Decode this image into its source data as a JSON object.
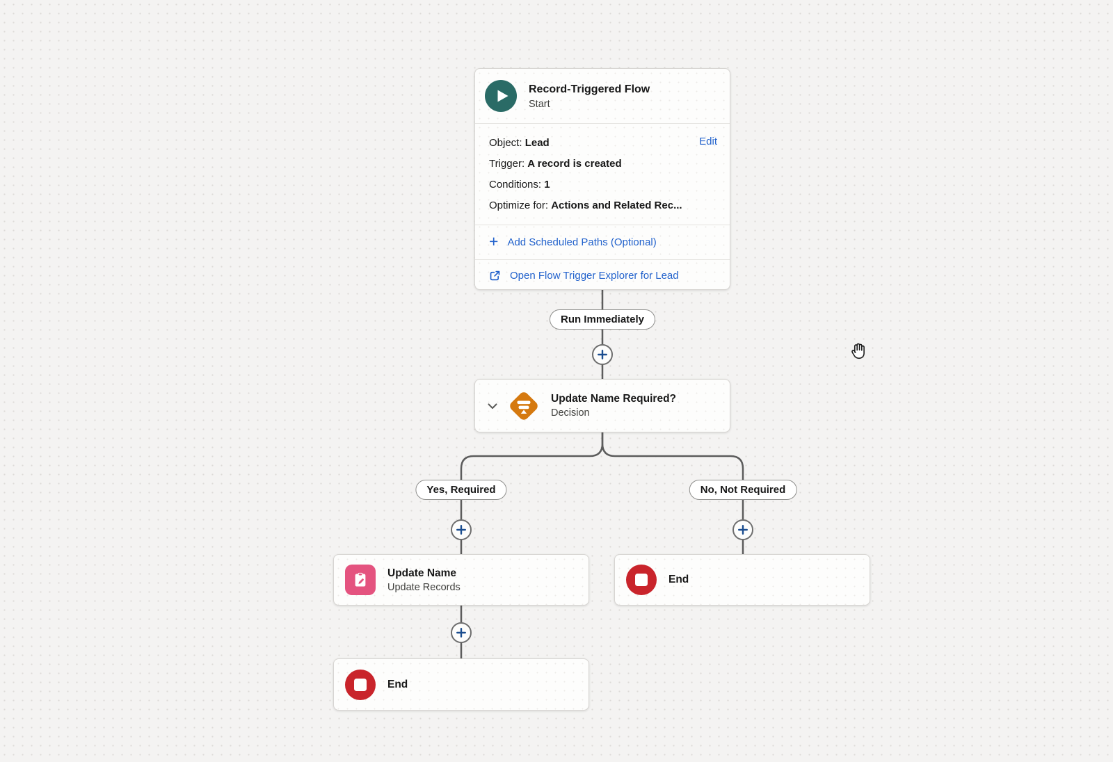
{
  "colors": {
    "canvas_bg": "#f4f3f2",
    "accent_blue": "#2262cc",
    "connector": "#5c5c5c",
    "plus_glyph": "#1b4d8f",
    "start_teal": "#2a6b66",
    "decision_orange": "#d5790f",
    "update_pink": "#e4537f",
    "end_red": "#c9242b"
  },
  "icons": {
    "start": "play-icon",
    "decision": "signpost-icon",
    "update": "clipboard-pencil-icon",
    "end": "stop-icon",
    "collapse": "chevron-down-icon",
    "add": "plus-icon",
    "external": "external-link-icon",
    "cursor": "hand-grab-cursor"
  },
  "start_node": {
    "title": "Record-Triggered Flow",
    "subtitle": "Start",
    "edit_label": "Edit",
    "fields": [
      {
        "label": "Object: ",
        "value": "Lead"
      },
      {
        "label": "Trigger: ",
        "value": "A record is created"
      },
      {
        "label": "Conditions: ",
        "value": "1"
      },
      {
        "label": "Optimize for: ",
        "value": "Actions and Related Rec..."
      }
    ],
    "plus_glyph": "+",
    "add_scheduled_paths": "Add Scheduled Paths (Optional)",
    "open_flow_trigger": "Open Flow Trigger Explorer for Lead"
  },
  "connectors": {
    "run_immediately_label": "Run Immediately",
    "yes_label": "Yes, Required",
    "no_label": "No, Not Required"
  },
  "decision_node": {
    "title": "Update Name Required?",
    "subtitle": "Decision"
  },
  "update_node": {
    "title": "Update Name",
    "subtitle": "Update Records"
  },
  "end_left": {
    "title": "End"
  },
  "end_right": {
    "title": "End"
  }
}
